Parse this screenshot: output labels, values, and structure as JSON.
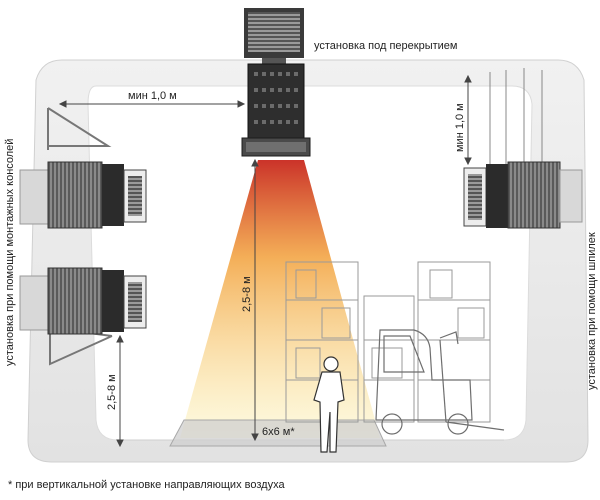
{
  "labels": {
    "ceiling_install": "установка под перекрытием",
    "min_top": "мин 1,0 м",
    "min_right": "мин 1,0 м",
    "height_center": "2,5-8 м",
    "height_left": "2,5-8 м",
    "area": "6x6 м*",
    "console_install": "установка при помощи монтажных консолей",
    "rod_install": "установка при помощи шпилек"
  },
  "footnote": "* при вертикальной установке направляющих воздуха",
  "colors": {
    "room_wall": "#e9e9e9",
    "room_outline": "#d2d2d2",
    "unit_dark": "#3a3a3a",
    "unit_mid": "#6b6b6b",
    "unit_light": "#bdbdbd",
    "heat_top": "#c8281e",
    "heat_mid": "#f2a03a",
    "heat_bottom": "#fbf0a6",
    "sketch_line": "#9a9a9a"
  },
  "icons": [
    "ceiling-heater-icon",
    "wall-heater-icon",
    "console-bracket-icon",
    "rod-hanger-icon",
    "warehouse-rack-icon",
    "forklift-icon",
    "person-icon"
  ]
}
